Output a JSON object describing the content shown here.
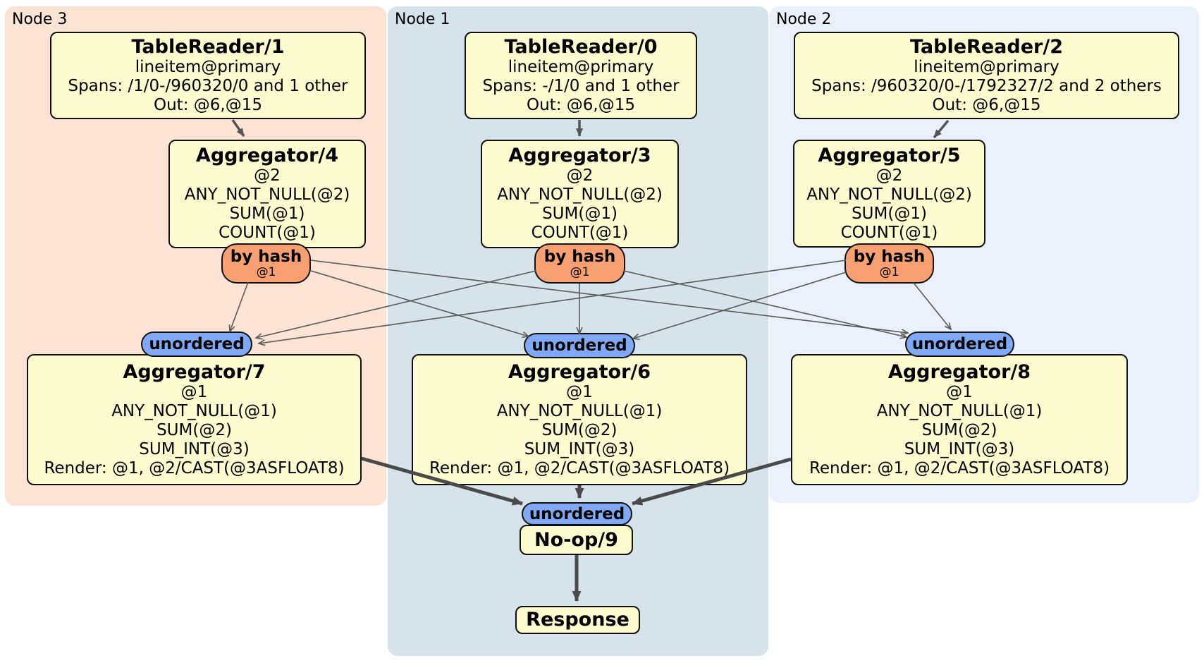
{
  "diagram": {
    "type": "distsql-plan",
    "regions": [
      {
        "label": "Node 3"
      },
      {
        "label": "Node 1"
      },
      {
        "label": "Node 2"
      }
    ],
    "router": {
      "label": "by hash",
      "detail": "@1"
    },
    "sync": {
      "label": "unordered"
    },
    "boxes": {
      "tr1": {
        "title": "TableReader/1",
        "lines": [
          "lineitem@primary",
          "Spans: /1/0-/960320/0 and 1 other",
          "Out: @6,@15"
        ]
      },
      "tr0": {
        "title": "TableReader/0",
        "lines": [
          "lineitem@primary",
          "Spans: -/1/0 and 1 other",
          "Out: @6,@15"
        ]
      },
      "tr2": {
        "title": "TableReader/2",
        "lines": [
          "lineitem@primary",
          "Spans: /960320/0-/1792327/2 and 2 others",
          "Out: @6,@15"
        ]
      },
      "agg4": {
        "title": "Aggregator/4",
        "lines": [
          "@2",
          "ANY_NOT_NULL(@2)",
          "SUM(@1)",
          "COUNT(@1)"
        ]
      },
      "agg3": {
        "title": "Aggregator/3",
        "lines": [
          "@2",
          "ANY_NOT_NULL(@2)",
          "SUM(@1)",
          "COUNT(@1)"
        ]
      },
      "agg5": {
        "title": "Aggregator/5",
        "lines": [
          "@2",
          "ANY_NOT_NULL(@2)",
          "SUM(@1)",
          "COUNT(@1)"
        ]
      },
      "agg7": {
        "title": "Aggregator/7",
        "lines": [
          "@1",
          "ANY_NOT_NULL(@1)",
          "SUM(@2)",
          "SUM_INT(@3)",
          "Render: @1, @2/CAST(@3ASFLOAT8)"
        ]
      },
      "agg6": {
        "title": "Aggregator/6",
        "lines": [
          "@1",
          "ANY_NOT_NULL(@1)",
          "SUM(@2)",
          "SUM_INT(@3)",
          "Render: @1, @2/CAST(@3ASFLOAT8)"
        ]
      },
      "agg8": {
        "title": "Aggregator/8",
        "lines": [
          "@1",
          "ANY_NOT_NULL(@1)",
          "SUM(@2)",
          "SUM_INT(@3)",
          "Render: @1, @2/CAST(@3ASFLOAT8)"
        ]
      },
      "noop": {
        "title": "No-op/9"
      },
      "response": {
        "title": "Response"
      }
    },
    "colors": {
      "node3_bg": "#FBE3D5",
      "node1_bg": "#D6E3EB",
      "node2_bg": "#EAF1FA",
      "box_fill": "#FCFCCE",
      "box_border": "#111111",
      "router_fill": "#F7A172",
      "sync_fill": "#7FA9F5",
      "edge_thin": "#5A5A5A",
      "edge_thick": "#4A4A4A"
    }
  }
}
